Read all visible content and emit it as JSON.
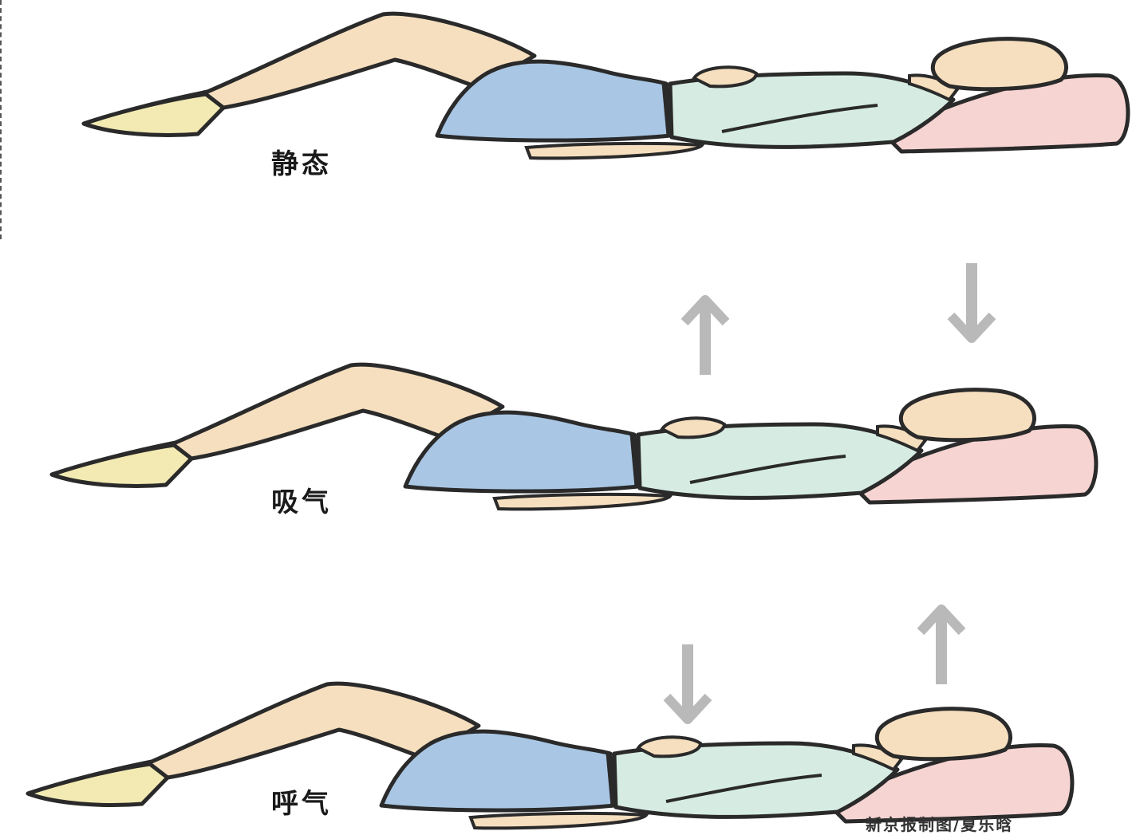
{
  "panels": [
    {
      "label": "静态",
      "arrows": []
    },
    {
      "label": "吸气",
      "arrows": [
        {
          "dir": "up",
          "name": "abdomen-rise-arrow"
        },
        {
          "dir": "down",
          "name": "chest-fall-arrow"
        }
      ]
    },
    {
      "label": "呼气",
      "arrows": [
        {
          "dir": "down",
          "name": "abdomen-fall-arrow"
        },
        {
          "dir": "up",
          "name": "chest-rise-arrow"
        }
      ]
    }
  ],
  "credit": "新京报制图/夏乐晗",
  "colors": {
    "outline": "#2a2a2a",
    "skin": "#f6dfbf",
    "sock": "#f3eab3",
    "shorts": "#a9c6e4",
    "shirt": "#d6ece2",
    "pillow": "#f6d4d2",
    "arrow": "#b9b9b9"
  },
  "icons": {
    "arrow-up": "up-arrow-icon",
    "arrow-down": "down-arrow-icon"
  }
}
